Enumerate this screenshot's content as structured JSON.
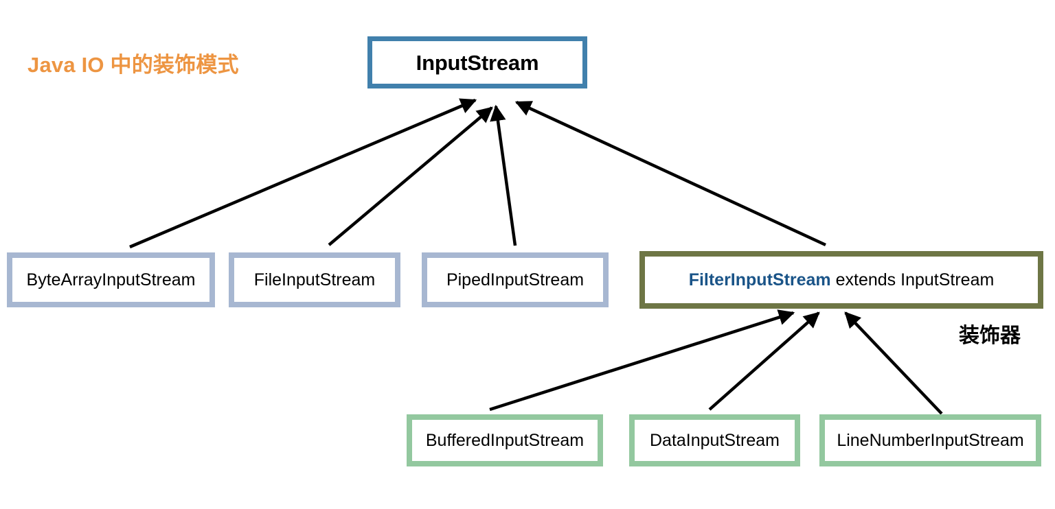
{
  "diagram": {
    "title": "Java IO 中的装饰模式",
    "title_color": "#ed9542",
    "annotation": "装饰器",
    "background": "#ffffff"
  },
  "nodes": {
    "root": {
      "label": "InputStream",
      "border_color": "#4180ac"
    },
    "subclasses": [
      {
        "label": "ByteArrayInputStream",
        "border_color": "#a7b7d1"
      },
      {
        "label": "FileInputStream",
        "border_color": "#a7b7d1"
      },
      {
        "label": "PipedInputStream",
        "border_color": "#a7b7d1"
      }
    ],
    "filter": {
      "label_bold": "FilterInputStream",
      "label_rest": " extends InputStream",
      "border_color": "#6e7645",
      "bold_text_color": "#1a5488"
    },
    "decorators": [
      {
        "label": "BufferedInputStream",
        "border_color": "#93c89f"
      },
      {
        "label": "DataInputStream",
        "border_color": "#93c89f"
      },
      {
        "label": "LineNumberInputStream",
        "border_color": "#93c89f"
      }
    ]
  },
  "edges": [
    {
      "from": "ByteArrayInputStream",
      "to": "InputStream",
      "kind": "extends"
    },
    {
      "from": "FileInputStream",
      "to": "InputStream",
      "kind": "extends"
    },
    {
      "from": "PipedInputStream",
      "to": "InputStream",
      "kind": "extends"
    },
    {
      "from": "FilterInputStream",
      "to": "InputStream",
      "kind": "extends"
    },
    {
      "from": "BufferedInputStream",
      "to": "FilterInputStream",
      "kind": "extends"
    },
    {
      "from": "DataInputStream",
      "to": "FilterInputStream",
      "kind": "extends"
    },
    {
      "from": "LineNumberInputStream",
      "to": "FilterInputStream",
      "kind": "extends"
    }
  ]
}
